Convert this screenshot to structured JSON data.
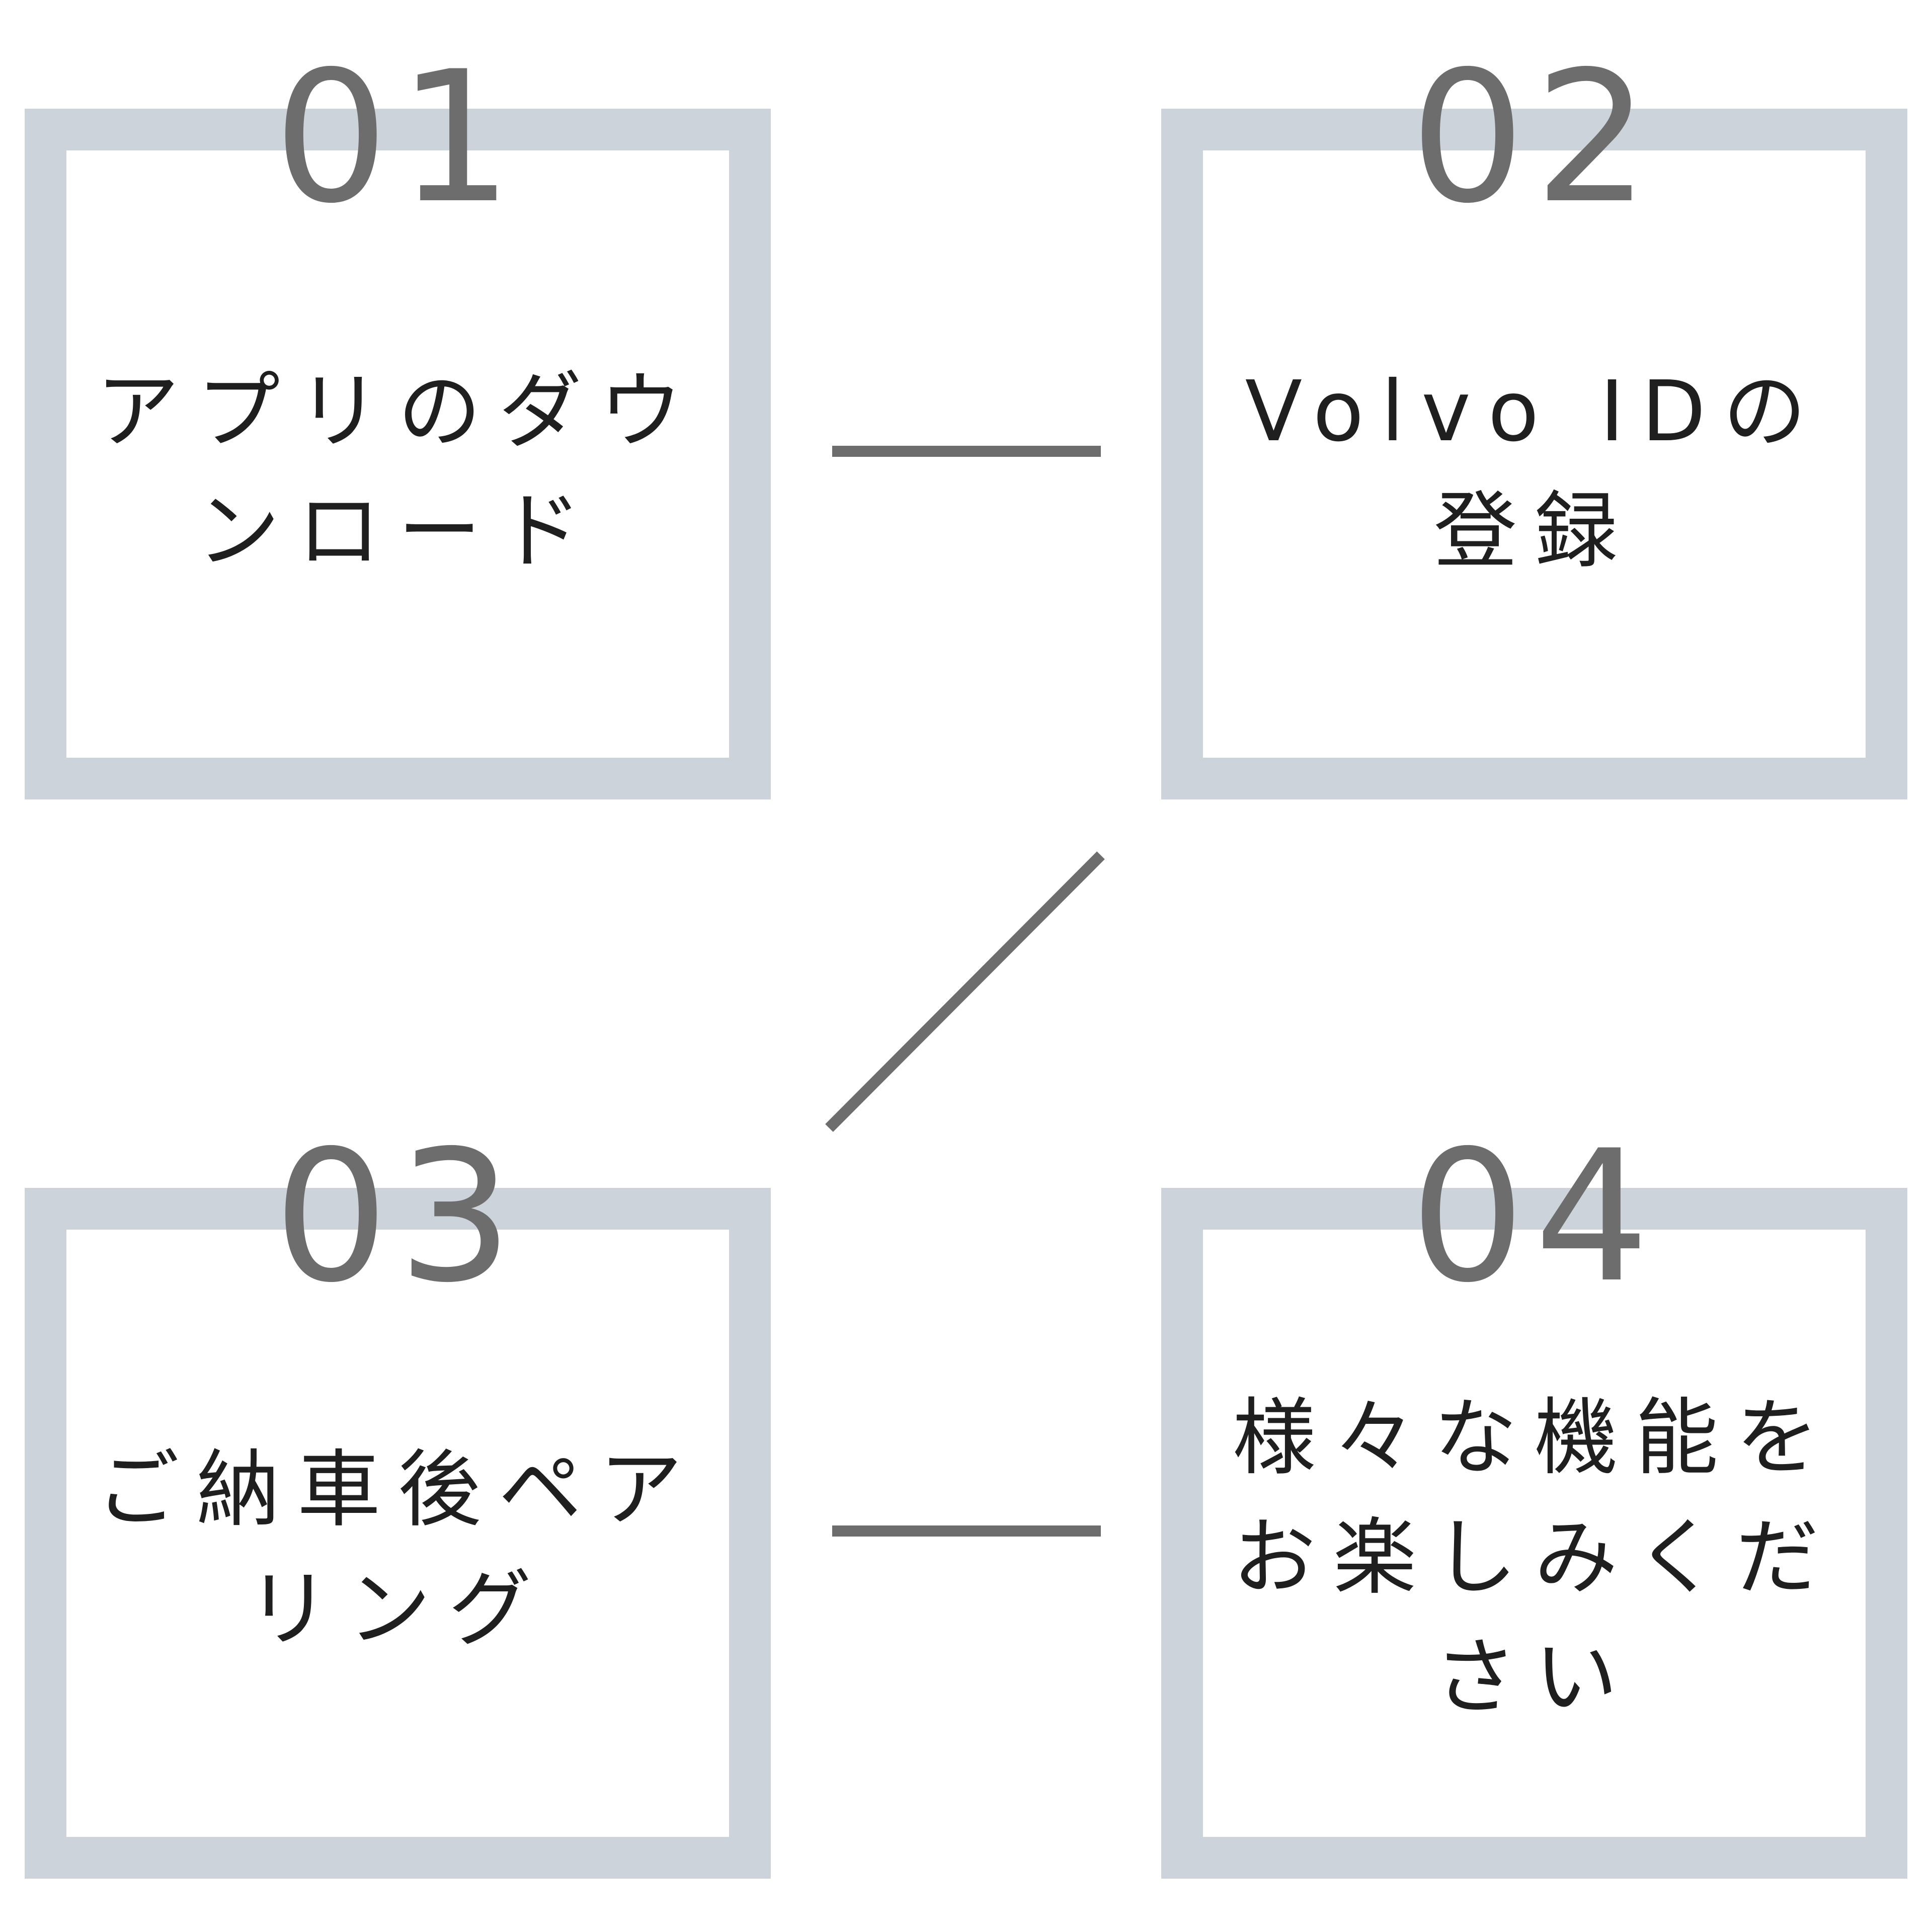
{
  "colors": {
    "box_border": "#ccd3db",
    "number": "#6d6d6d",
    "label": "#1f1f1f",
    "connector": "#6d6d6d"
  },
  "steps": [
    {
      "number": "01",
      "label_lines": [
        "アプリのダウ",
        "ンロード"
      ]
    },
    {
      "number": "02",
      "label_lines": [
        "Volvo IDの",
        "登録"
      ]
    },
    {
      "number": "03",
      "label_lines": [
        "ご納車後ペア",
        "リング"
      ]
    },
    {
      "number": "04",
      "label_lines": [
        "様々な機能を",
        "お楽しみくだ",
        "さい"
      ]
    }
  ]
}
